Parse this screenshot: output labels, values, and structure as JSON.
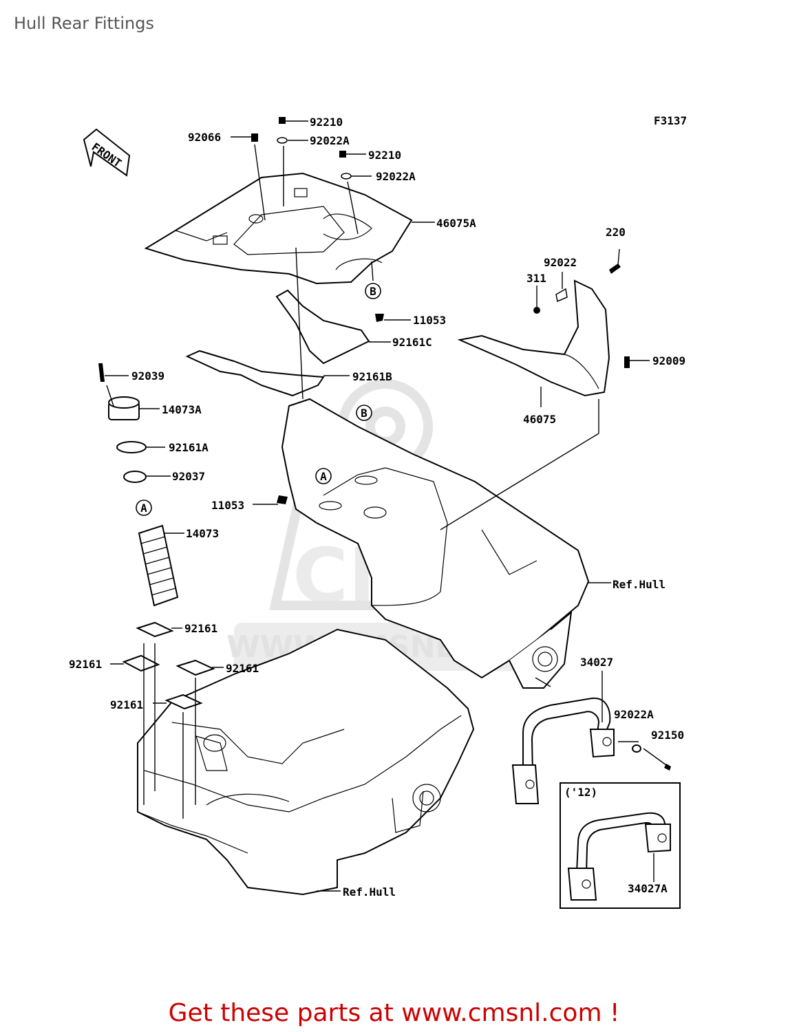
{
  "page": {
    "title": "Hull Rear Fittings"
  },
  "diagram": {
    "code": "F3137",
    "front_label": "FRONT",
    "ref_hull_label": "Ref.Hull",
    "year_note": "('12)",
    "watermark": {
      "logo": "CMS",
      "url": "WWW.CMSNL.COM"
    },
    "callouts": [
      {
        "id": "92066",
        "label": "92066"
      },
      {
        "id": "92210_a",
        "label": "92210"
      },
      {
        "id": "92022A_a",
        "label": "92022A"
      },
      {
        "id": "92210_b",
        "label": "92210"
      },
      {
        "id": "92022A_b",
        "label": "92022A"
      },
      {
        "id": "46075A",
        "label": "46075A"
      },
      {
        "id": "11053_a",
        "label": "11053"
      },
      {
        "id": "92161C",
        "label": "92161C"
      },
      {
        "id": "92161B",
        "label": "92161B"
      },
      {
        "id": "92039",
        "label": "92039"
      },
      {
        "id": "14073A",
        "label": "14073A"
      },
      {
        "id": "92161A",
        "label": "92161A"
      },
      {
        "id": "92037",
        "label": "92037"
      },
      {
        "id": "11053_b",
        "label": "11053"
      },
      {
        "id": "14073",
        "label": "14073"
      },
      {
        "id": "220",
        "label": "220"
      },
      {
        "id": "92022",
        "label": "92022"
      },
      {
        "id": "311",
        "label": "311"
      },
      {
        "id": "92009",
        "label": "92009"
      },
      {
        "id": "46075",
        "label": "46075"
      },
      {
        "id": "ref_hull_a",
        "label": "Ref.Hull"
      },
      {
        "id": "92161_a",
        "label": "92161"
      },
      {
        "id": "92161_b",
        "label": "92161"
      },
      {
        "id": "92161_c",
        "label": "92161"
      },
      {
        "id": "92161_d",
        "label": "92161"
      },
      {
        "id": "34027",
        "label": "34027"
      },
      {
        "id": "92022A_c",
        "label": "92022A"
      },
      {
        "id": "92150",
        "label": "92150"
      },
      {
        "id": "34027A",
        "label": "34027A"
      },
      {
        "id": "ref_hull_b",
        "label": "Ref.Hull"
      }
    ],
    "markers": [
      {
        "id": "B_top",
        "letter": "B"
      },
      {
        "id": "B_mid",
        "letter": "B"
      },
      {
        "id": "A_left",
        "letter": "A"
      },
      {
        "id": "A_mid",
        "letter": "A"
      }
    ]
  },
  "footer": {
    "text": "Get these parts at www.cmsnl.com !",
    "color": "#cc0000"
  }
}
